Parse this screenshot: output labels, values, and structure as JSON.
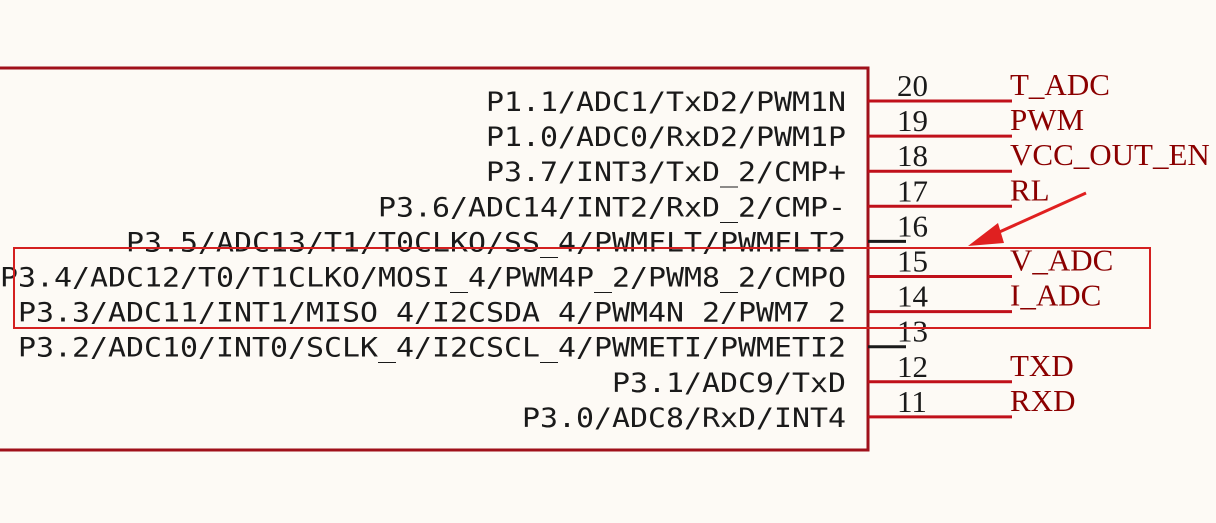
{
  "colors": {
    "background": "#fdfaf5",
    "body_outline": "#a0101a",
    "pin_line": "#c0101a",
    "net_label": "#8b0000",
    "pin_text": "#1a1a1a",
    "highlight": "#d42020"
  },
  "pins": [
    {
      "number": "20",
      "function": "P1.1/ADC1/TxD2/PWM1N",
      "net": "T_ADC"
    },
    {
      "number": "19",
      "function": "P1.0/ADC0/RxD2/PWM1P",
      "net": "PWM"
    },
    {
      "number": "18",
      "function": "P3.7/INT3/TxD_2/CMP+",
      "net": "VCC_OUT_EN"
    },
    {
      "number": "17",
      "function": "P3.6/ADC14/INT2/RxD_2/CMP-",
      "net": "RL"
    },
    {
      "number": "16",
      "function": "P3.5/ADC13/T1/T0CLKO/SS_4/PWMFLT/PWMFLT2",
      "net": ""
    },
    {
      "number": "15",
      "function": "P3.4/ADC12/T0/T1CLKO/MOSI_4/PWM4P_2/PWM8_2/CMPO",
      "net": "V_ADC"
    },
    {
      "number": "14",
      "function": "P3.3/ADC11/INT1/MISO_4/I2CSDA_4/PWM4N_2/PWM7_2",
      "net": "I_ADC"
    },
    {
      "number": "13",
      "function": "P3.2/ADC10/INT0/SCLK_4/I2CSCL_4/PWMETI/PWMETI2",
      "net": ""
    },
    {
      "number": "12",
      "function": "P3.1/ADC9/TxD",
      "net": "TXD"
    },
    {
      "number": "11",
      "function": "P3.0/ADC8/RxD/INT4",
      "net": "RXD"
    }
  ]
}
